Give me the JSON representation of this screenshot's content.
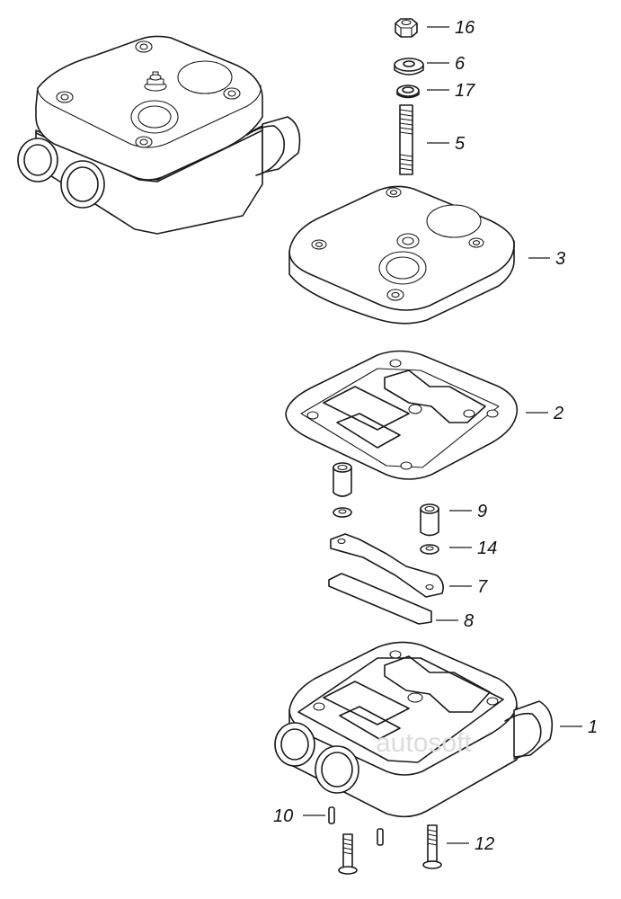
{
  "watermark": "autosoft",
  "callouts": [
    {
      "id": "16",
      "label": "16"
    },
    {
      "id": "6",
      "label": "6"
    },
    {
      "id": "17",
      "label": "17"
    },
    {
      "id": "5",
      "label": "5"
    },
    {
      "id": "3",
      "label": "3"
    },
    {
      "id": "2",
      "label": "2"
    },
    {
      "id": "9",
      "label": "9"
    },
    {
      "id": "14",
      "label": "14"
    },
    {
      "id": "7",
      "label": "7"
    },
    {
      "id": "8",
      "label": "8"
    },
    {
      "id": "1",
      "label": "1"
    },
    {
      "id": "10",
      "label": "10"
    },
    {
      "id": "12",
      "label": "12"
    }
  ]
}
